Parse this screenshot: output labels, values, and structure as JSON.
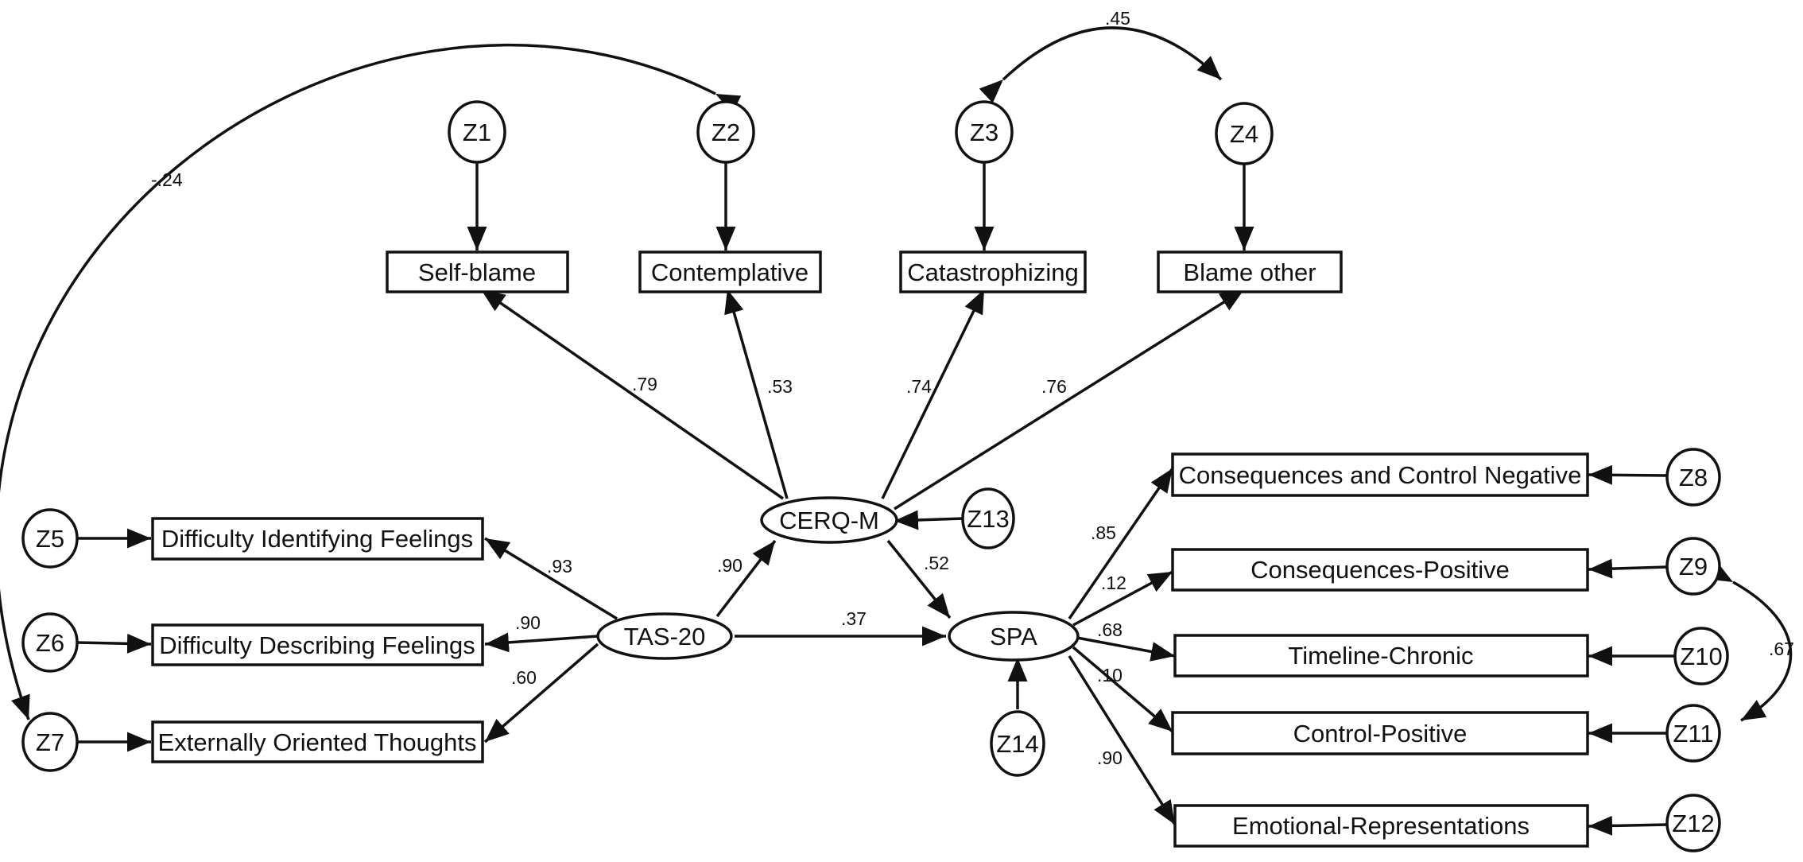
{
  "diagram": {
    "latent": {
      "tas": "TAS-20",
      "cerq": "CERQ-M",
      "spa": "SPA"
    },
    "indicators": {
      "self_blame": "Self-blame",
      "contemplative": "Contemplative",
      "catastrophizing": "Catastrophizing",
      "blame_other": "Blame other",
      "diff_identifying": "Difficulty Identifying Feelings",
      "diff_describing": "Difficulty Describing Feelings",
      "externally_oriented": "Externally Oriented Thoughts",
      "cons_control_neg": "Consequences and Control Negative",
      "cons_positive": "Consequences-Positive",
      "timeline_chronic": "Timeline-Chronic",
      "control_positive": "Control-Positive",
      "emotional_repr": "Emotional-Representations"
    },
    "errors": {
      "z1": "Z1",
      "z2": "Z2",
      "z3": "Z3",
      "z4": "Z4",
      "z5": "Z5",
      "z6": "Z6",
      "z7": "Z7",
      "z8": "Z8",
      "z9": "Z9",
      "z10": "Z10",
      "z11": "Z11",
      "z12": "Z12",
      "z13": "Z13",
      "z14": "Z14"
    },
    "coefficients": {
      "cerq_self_blame": ".79",
      "cerq_contemplative": ".53",
      "cerq_catastrophizing": ".74",
      "cerq_blame_other": ".76",
      "tas_diff_identifying": ".93",
      "tas_diff_describing": ".90",
      "tas_externally_oriented": ".60",
      "tas_cerq": ".90",
      "tas_spa": ".37",
      "cerq_spa": ".52",
      "spa_cons_control_neg": ".85",
      "spa_cons_positive": ".12",
      "spa_timeline_chronic": ".68",
      "spa_control_positive": ".10",
      "spa_emotional_repr": ".90",
      "z3_z4": ".45",
      "z2_z7": "-.24",
      "z9_z11": ".67"
    }
  }
}
